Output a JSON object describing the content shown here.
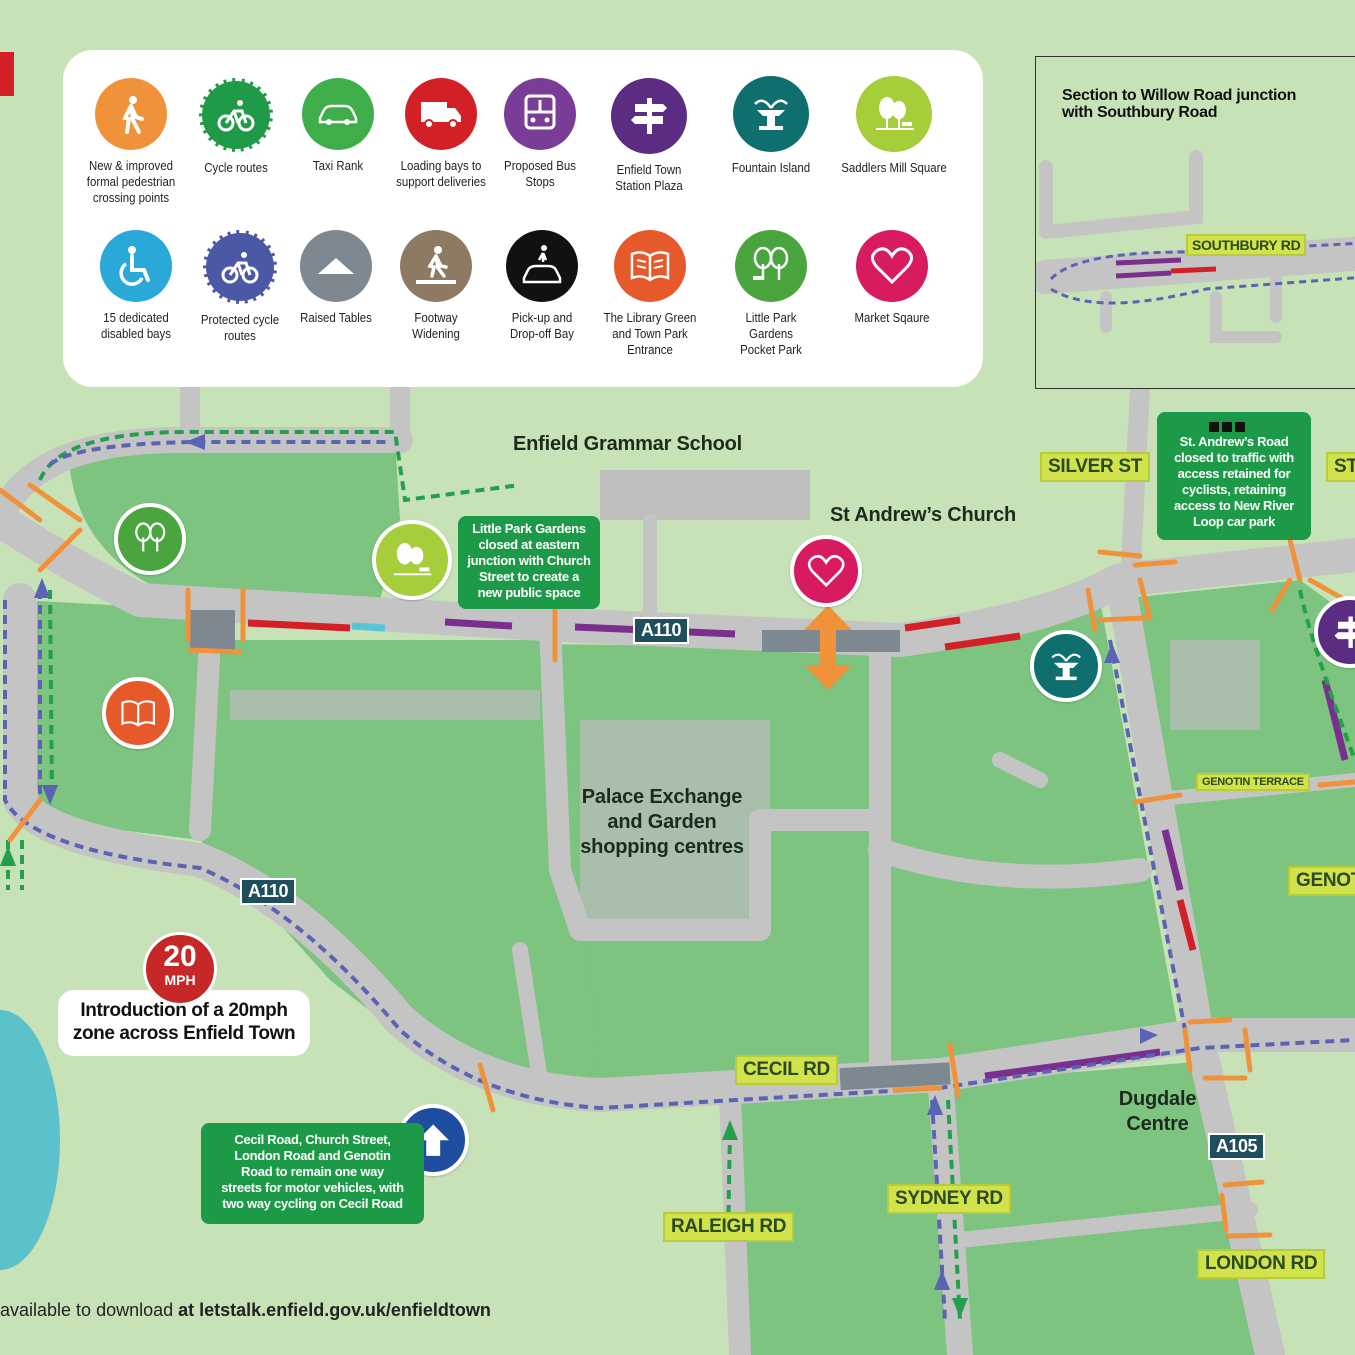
{
  "legend": {
    "items": [
      {
        "label": "New & improved\nformal pedestrian\ncrossing points",
        "icon": "pedestrian-icon",
        "color": "#f0923a"
      },
      {
        "label": "Cycle routes",
        "icon": "cycle-icon",
        "color": "#1f9a48"
      },
      {
        "label": "Taxi Rank",
        "icon": "taxi-icon",
        "color": "#3fae4a"
      },
      {
        "label": "Loading bays to\nsupport deliveries",
        "icon": "truck-icon",
        "color": "#d32027"
      },
      {
        "label": "Proposed Bus\nStops",
        "icon": "bus-icon",
        "color": "#7a3d97"
      },
      {
        "label": "Enfield Town\nStation Plaza",
        "icon": "signpost-icon",
        "color": "#5a2d82"
      },
      {
        "label": "Fountain Island",
        "icon": "fountain-icon",
        "color": "#0f6e6e"
      },
      {
        "label": "Saddlers Mill Square",
        "icon": "trees-icon",
        "color": "#a6cd3a"
      },
      {
        "label": "15 dedicated\ndisabled bays",
        "icon": "wheelchair-icon",
        "color": "#2aa8d8"
      },
      {
        "label": "Protected cycle\nroutes",
        "icon": "protected-cycle-icon",
        "color": "#4a58a6"
      },
      {
        "label": "Raised Tables",
        "icon": "raised-table-icon",
        "color": "#7d8891"
      },
      {
        "label": "Footway\nWidening",
        "icon": "footway-icon",
        "color": "#8e7a62"
      },
      {
        "label": "Pick-up and\nDrop-off Bay",
        "icon": "pickup-icon",
        "color": "#111111"
      },
      {
        "label": "The Library Green\nand Town Park\nEntrance",
        "icon": "book-icon",
        "color": "#e6592a"
      },
      {
        "label": "Little Park\nGardens\nPocket Park",
        "icon": "park-icon",
        "color": "#4aa53e"
      },
      {
        "label": "Market Sqaure",
        "icon": "heart-icon",
        "color": "#d81b60"
      }
    ]
  },
  "inset": {
    "title": "Section to Willow Road junction\nwith Southbury Road",
    "road": "SOUTHBURY RD"
  },
  "places": {
    "grammar_school": "Enfield Grammar School",
    "church": "St Andrew’s Church",
    "palace": "Palace Exchange\nand Garden\nshopping centres",
    "dugdale": "Dugdale\nCentre"
  },
  "roads": {
    "silver_st": "SILVER ST",
    "st": "ST",
    "genotin_terrace": "GENOTIN TERRACE",
    "geno": "GENOT",
    "cecil": "CECIL RD",
    "sydney": "SYDNEY RD",
    "raleigh": "RALEIGH RD",
    "london": "LONDON RD",
    "a110_top": "A110",
    "a110_left": "A110",
    "a105": "A105"
  },
  "callouts": {
    "little_park": "Little Park Gardens\nclosed at eastern\njunction with Church\nStreet to create a\nnew public space",
    "st_andrews": "St. Andrew’s Road\nclosed to traffic with\naccess retained for\ncyclists, retaining\naccess to New River\nLoop car park",
    "one_way": "Cecil Road, Church Street,\nLondon Road and Genotin\nRoad to remain one way\nstreets for motor vehicles, with\ntwo way cycling on Cecil Road"
  },
  "speed": {
    "number": "20",
    "unit": "MPH",
    "zone_text": "Introduction of a 20mph\nzone across Enfield Town"
  },
  "footer": {
    "prefix": "available to download ",
    "link": "at letstalk.enfield.gov.uk/enfieldtown"
  },
  "colors": {
    "grass": "#c8e2b8",
    "park": "#7cc47f",
    "road": "#c4c4c4",
    "cycle_blue": "#5b63b3",
    "cycle_green": "#22a04b",
    "crossing": "#f0923a",
    "bus_purple": "#7a2f8f",
    "loading_red": "#d32027",
    "disabled_cyan": "#58c4d8"
  }
}
